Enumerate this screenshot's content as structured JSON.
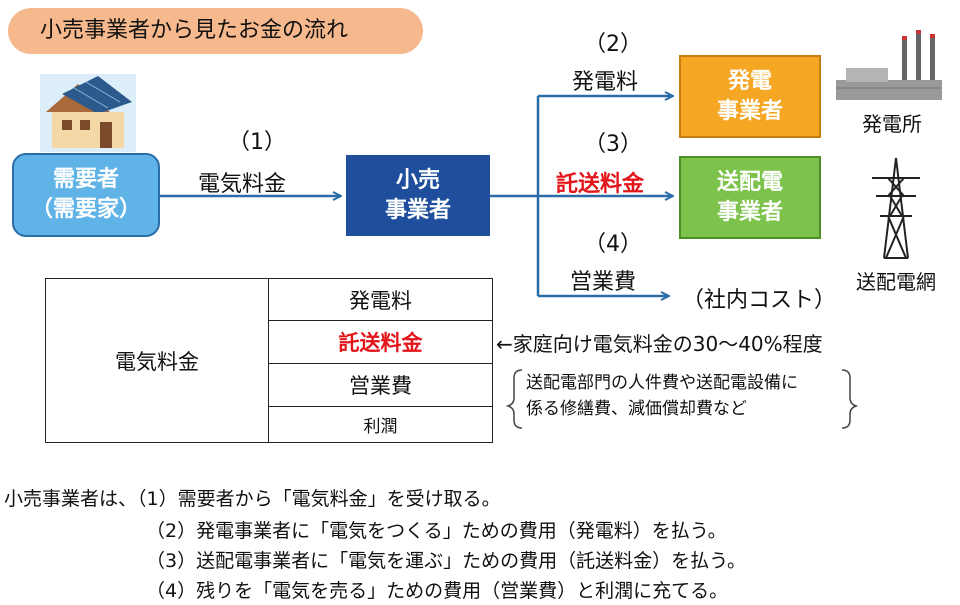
{
  "title": "小売事業者から見たお金の流れ",
  "consumer": {
    "line1": "需要者",
    "line2": "（需要家）"
  },
  "retailer": {
    "line1": "小売",
    "line2": "事業者"
  },
  "generator": {
    "line1": "発電",
    "line2": "事業者"
  },
  "transmission": {
    "line1": "送配電",
    "line2": "事業者"
  },
  "flows": {
    "f1_num": "（1）",
    "f1_label": "電気料金",
    "f2_num": "（2）",
    "f2_label": "発電料",
    "f3_num": "（3）",
    "f3_label": "託送料金",
    "f4_num": "（4）",
    "f4_label": "営業費",
    "f4_target": "（社内コスト）"
  },
  "facilities": {
    "power_plant": "発電所",
    "grid": "送配電網"
  },
  "breakdown": {
    "total": "電気料金",
    "rows": [
      "発電料",
      "託送料金",
      "営業費",
      "利潤"
    ]
  },
  "note": {
    "arrow_text": "←家庭向け電気料金の30～40%程度",
    "line1": "送配電部門の人件費や送配電設備に",
    "line2": "係る修繕費、減価償却費など"
  },
  "summary": [
    "小売事業者は、（1）需要者から「電気料金」を受け取る。",
    "（2）発電事業者に「電気をつくる」ための費用（発電料）を払う。",
    "（3）送配電事業者に「電気を運ぶ」ための費用（託送料金）を払う。",
    "（4）残りを「電気を売る」ための費用（営業費）と利潤に充てる。"
  ],
  "colors": {
    "arrow": "#2b6da8",
    "accent_red": "#e3151a",
    "title_bg": "#f6b98d"
  }
}
